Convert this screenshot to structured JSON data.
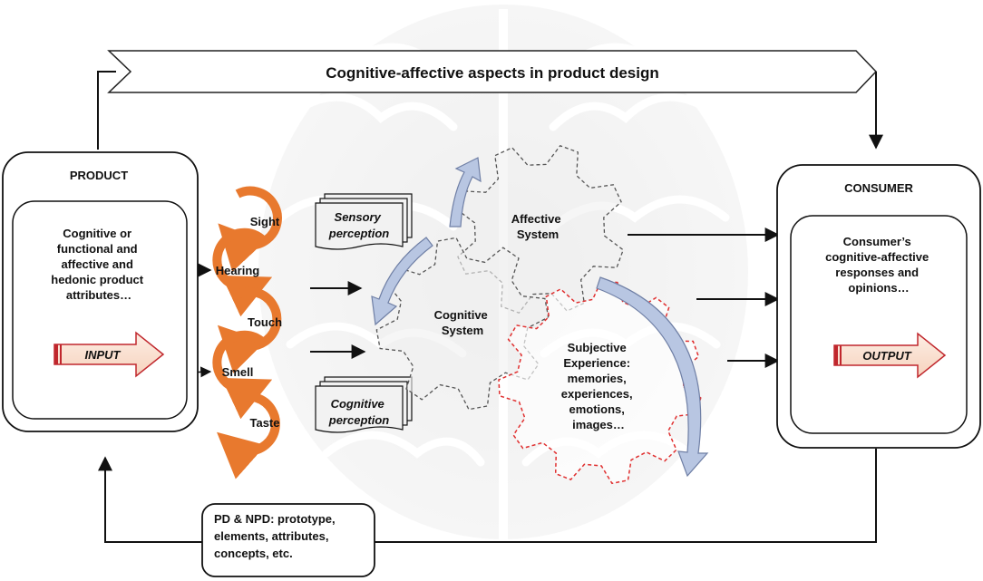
{
  "banner": {
    "text": "Cognitive-affective aspects in product design"
  },
  "product": {
    "title": "PRODUCT",
    "attributes": [
      "Cognitive or",
      "functional and",
      "affective and",
      "hedonic product",
      "attributes…"
    ],
    "input_label": "INPUT"
  },
  "consumer": {
    "title": "CONSUMER",
    "responses": [
      "Consumer’s",
      "cognitive-affective",
      "responses and",
      "opinions…"
    ],
    "output_label": "OUTPUT"
  },
  "senses": [
    "Sight",
    "Hearing",
    "Touch",
    "Smell",
    "Taste"
  ],
  "perceptions": {
    "sensory": [
      "Sensory",
      "perception"
    ],
    "cognitive": [
      "Cognitive",
      "perception"
    ]
  },
  "systems": {
    "affective": [
      "Affective",
      "System"
    ],
    "cognitive": [
      "Cognitive",
      "System"
    ],
    "subjective": [
      "Subjective",
      "Experience:",
      "memories,",
      "experiences,",
      "emotions,",
      "images…"
    ]
  },
  "feedback": {
    "lines": [
      "PD & NPD: prototype,",
      "elements, attributes,",
      "concepts, etc."
    ]
  },
  "colors": {
    "sense_orange": "#e8792e",
    "input_red": "#c0272d",
    "gear_gray": "#555555",
    "gear_red": "#e03030",
    "blue_arrow": "#a9b9d9"
  }
}
